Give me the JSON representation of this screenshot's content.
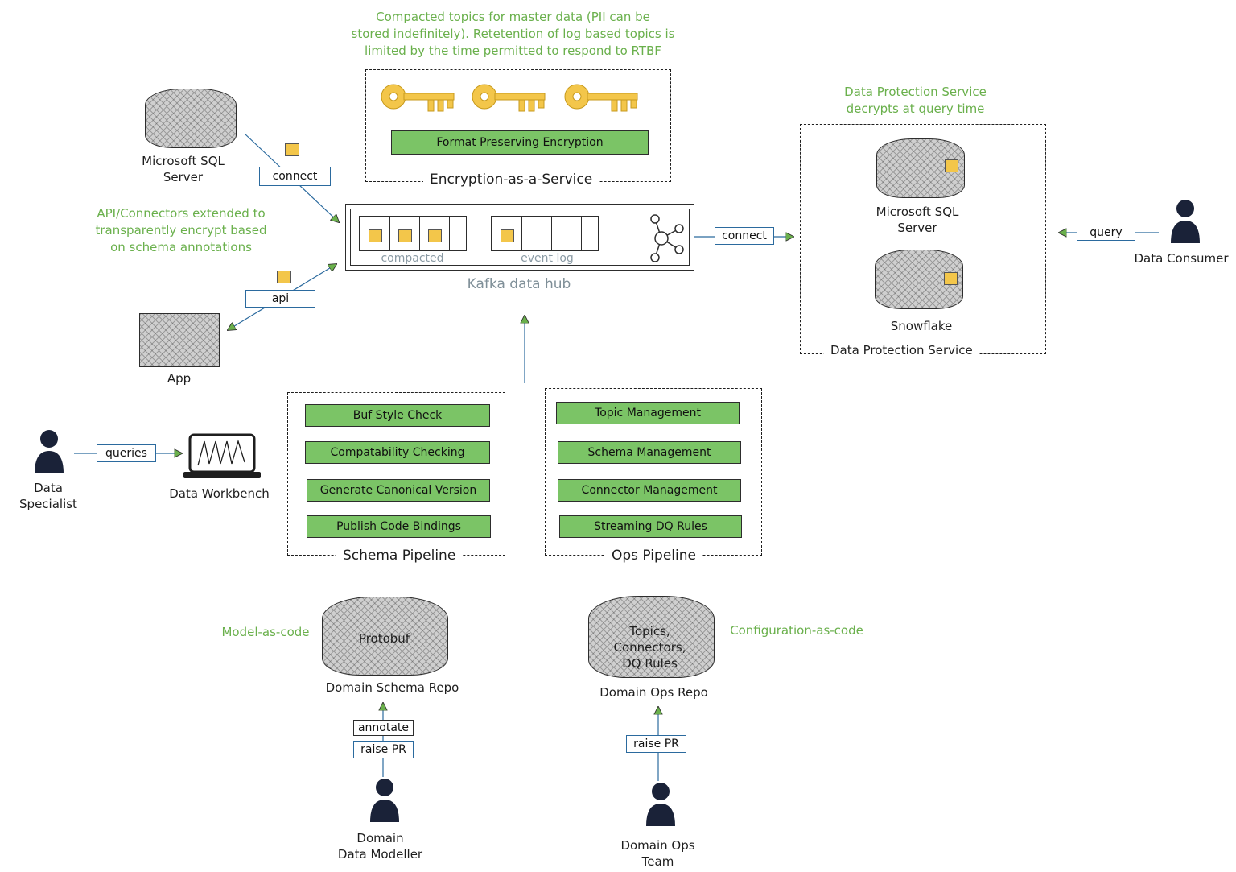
{
  "notes": {
    "compacted_topics": "Compacted topics for master data (PII can be\nstored indefinitely). Retetention of log based topics is\nlimited by the time permitted to respond to RTBF",
    "dps_decrypts": "Data Protection Service\ndecrypts at query time",
    "api_connectors": "API/Connectors extended to\ntransparently encrypt based\non schema annotations",
    "model_as_code": "Model-as-code",
    "configuration_as_code": "Configuration-as-code"
  },
  "encryption_service": {
    "title": "Encryption-as-a-Service",
    "button": "Format Preserving Encryption"
  },
  "kafka": {
    "title": "Kafka data hub",
    "compacted_label": "compacted",
    "event_log_label": "event log"
  },
  "data_protection_service": {
    "title": "Data Protection Service",
    "sql_server_label": "Microsoft SQL\nServer",
    "snowflake_label": "Snowflake"
  },
  "sources": {
    "sql_server_label": "Microsoft SQL\nServer",
    "app_label": "App"
  },
  "connections": {
    "connect_left": "connect",
    "api": "api",
    "connect_right": "connect",
    "query": "query",
    "queries": "queries",
    "annotate": "annotate",
    "raise_pr_schema": "raise PR",
    "raise_pr_ops": "raise PR"
  },
  "people": {
    "data_consumer": "Data Consumer",
    "data_specialist": "Data\nSpecialist",
    "domain_data_modeller": "Domain\nData Modeller",
    "domain_ops_team": "Domain Ops\nTeam"
  },
  "workbench": {
    "label": "Data Workbench"
  },
  "schema_pipeline": {
    "title": "Schema Pipeline",
    "steps": [
      "Buf Style Check",
      "Compatability Checking",
      "Generate Canonical Version",
      "Publish Code Bindings"
    ]
  },
  "ops_pipeline": {
    "title": "Ops Pipeline",
    "steps": [
      "Topic Management",
      "Schema Management",
      "Connector Management",
      "Streaming DQ Rules"
    ]
  },
  "repos": {
    "schema_repo_content": "Protobuf",
    "schema_repo_label": "Domain Schema Repo",
    "ops_repo_content": "Topics,\nConnectors,\nDQ Rules",
    "ops_repo_label": "Domain Ops Repo"
  },
  "colors": {
    "green_note": "#6ab04c",
    "green_fill": "#7bc466",
    "key_yellow": "#f3c64a",
    "arrow_blue": "#2b6a9e",
    "person": "#1a2238"
  }
}
